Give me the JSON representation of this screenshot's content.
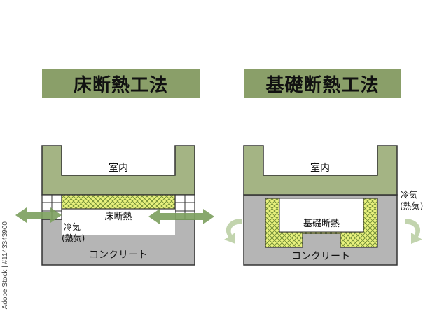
{
  "left": {
    "title": "床断熱工法",
    "room_label": "室内",
    "insulation_label": "床断熱",
    "cold_air_line1": "冷気",
    "cold_air_line2": "(熱気)",
    "concrete_label": "コンクリート"
  },
  "right": {
    "title": "基礎断熱工法",
    "room_label": "室内",
    "insulation_label": "基礎断熱",
    "cold_air_line1": "冷気",
    "cold_air_line2": "(熱気)",
    "concrete_label": "コンクリート"
  },
  "credit": "Adobe Stock | #1143343900",
  "colors": {
    "wall_green": "#a4b484",
    "title_green": "#8a9f69",
    "concrete_gray": "#b5b5b5",
    "insulation_yellow": "#e9f27e",
    "arrow_green": "#7b9e5d",
    "outline": "#333333"
  }
}
